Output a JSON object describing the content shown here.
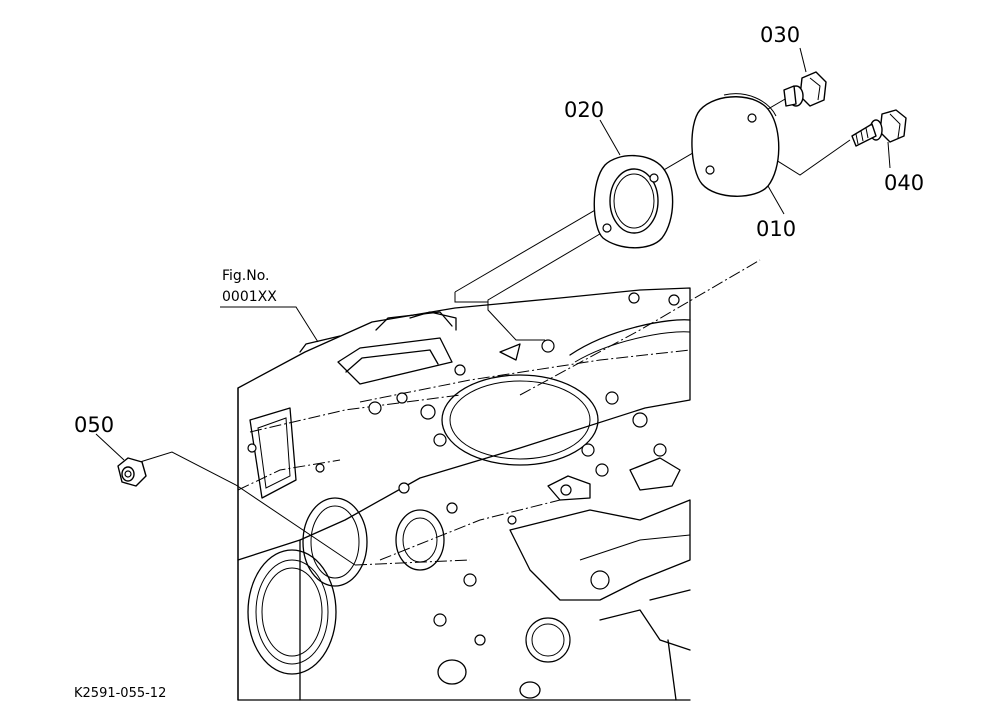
{
  "callouts": {
    "p010": "010",
    "p020": "020",
    "p030": "030",
    "p040": "040",
    "p050": "050"
  },
  "figure_ref": {
    "label": "Fig.No.",
    "number": "0001XX"
  },
  "diagram_code": "K2591-055-12"
}
